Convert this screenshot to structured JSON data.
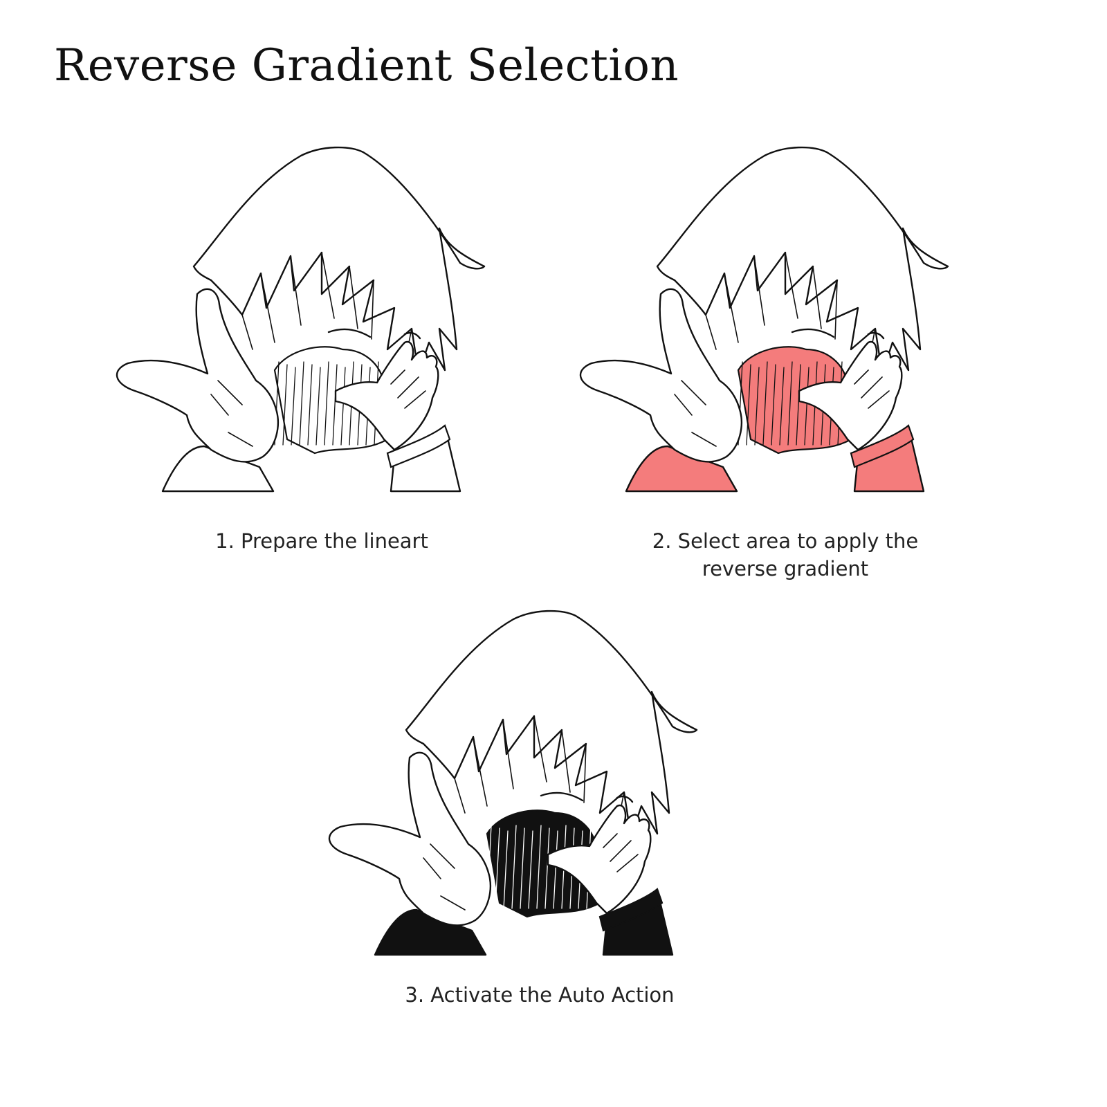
{
  "title": "Reverse Gradient Selection",
  "steps": [
    {
      "caption": "1. Prepare the lineart",
      "fill_color": "none"
    },
    {
      "caption": "2. Select area to apply the\nreverse gradient",
      "fill_color": "#f47c7c"
    },
    {
      "caption": "3. Activate the Auto Action",
      "fill_color": "#111111"
    }
  ],
  "illustration": {
    "subject": "figure covering face with hands, striped shirt, jacket",
    "stripe_color": "#111111"
  }
}
